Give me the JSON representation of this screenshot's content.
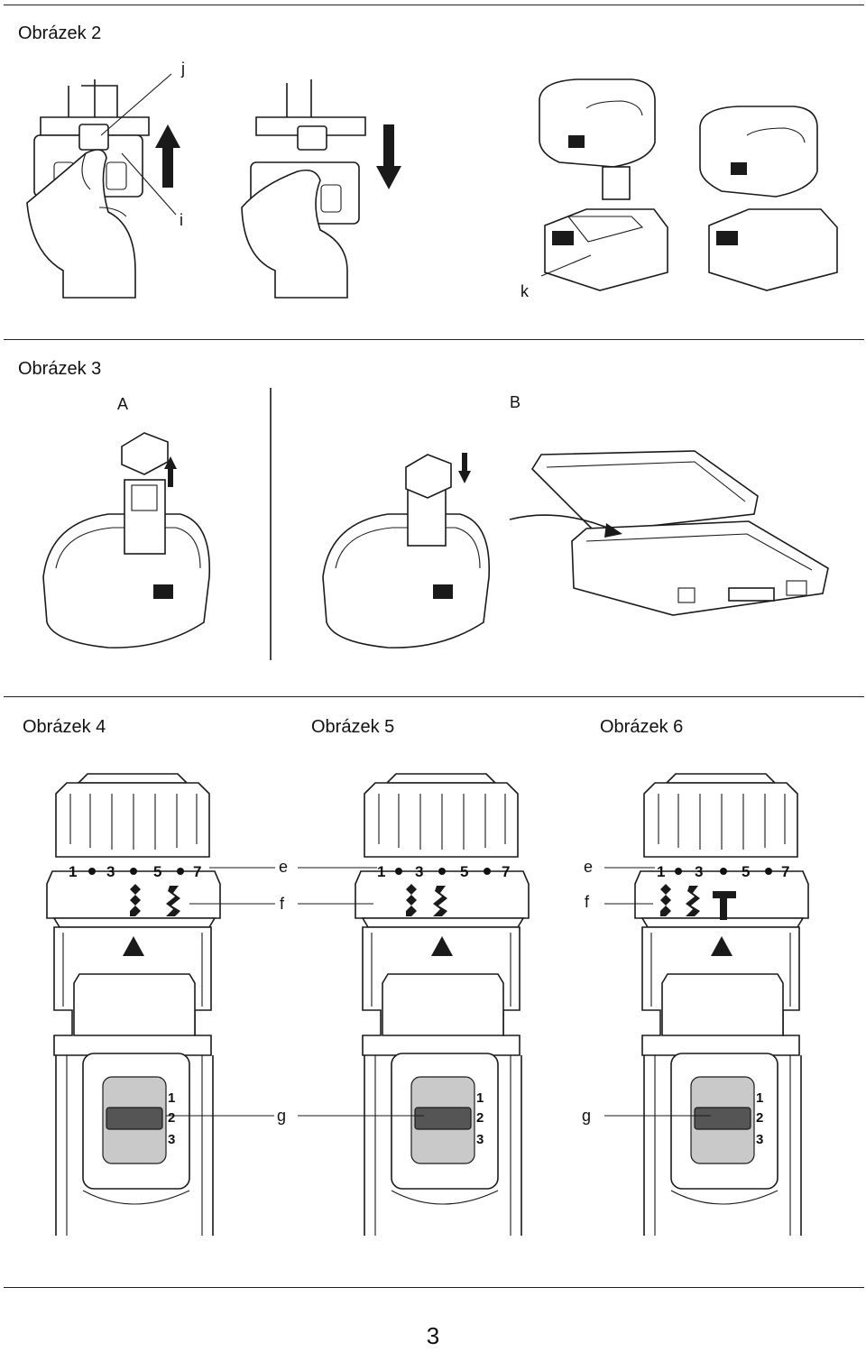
{
  "fig2": {
    "caption": "Obrázek 2",
    "labels": {
      "j": "j",
      "i": "i",
      "k": "k"
    }
  },
  "fig3": {
    "caption": "Obrázek 3",
    "labels": {
      "a": "A",
      "b": "B"
    }
  },
  "fig4": {
    "caption": "Obrázek 4"
  },
  "fig5": {
    "caption": "Obrázek 5"
  },
  "fig6": {
    "caption": "Obrázek 6"
  },
  "drill": {
    "collar_numbers": [
      "1",
      "3",
      "5",
      "7"
    ],
    "gear_numbers": [
      "1",
      "2",
      "3"
    ],
    "labels": {
      "e": "e",
      "f": "f",
      "g": "g"
    }
  },
  "page_number": "3"
}
